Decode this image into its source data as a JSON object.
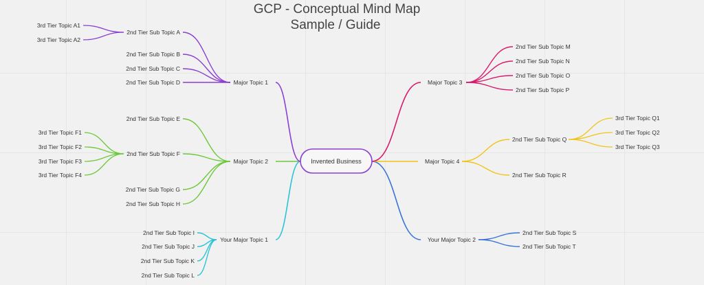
{
  "title_line1": "GCP - Conceptual Mind Map",
  "title_line2": "Sample / Guide",
  "center": {
    "label": "Invented Business",
    "color": "#8a3fd1"
  },
  "branches": [
    {
      "label": "Major Topic 1",
      "color": "#8a3fd1",
      "children": [
        {
          "label": "2nd Tier Sub Topic A",
          "children": [
            {
              "label": "3rd Tier Topic A1"
            },
            {
              "label": "3rd Tier Topic A2"
            }
          ]
        },
        {
          "label": "2nd Tier Sub Topic B"
        },
        {
          "label": "2nd Tier Sub Topic C"
        },
        {
          "label": "2nd Tier Sub Topic D"
        }
      ]
    },
    {
      "label": "Major Topic 2",
      "color": "#6cc83a",
      "children": [
        {
          "label": "2nd Tier Sub Topic E"
        },
        {
          "label": "2nd Tier Sub Topic F",
          "children": [
            {
              "label": "3rd Tier Topic F1"
            },
            {
              "label": "3rd Tier Topic F2"
            },
            {
              "label": "3rd Tier Topic F3"
            },
            {
              "label": "3rd Tier Topic F4"
            }
          ]
        },
        {
          "label": "2nd Tier Sub Topic G"
        },
        {
          "label": "2nd Tier Sub Topic H"
        }
      ]
    },
    {
      "label": "Your Major Topic 1",
      "color": "#2bc3d6",
      "children": [
        {
          "label": "2nd Tier Sub Topic I"
        },
        {
          "label": "2nd Tier Sub Topic J"
        },
        {
          "label": "2nd Tier Sub Topic K"
        },
        {
          "label": "2nd Tier Sub Topic L"
        }
      ]
    },
    {
      "label": "Major Topic 3",
      "color": "#d81b6a",
      "children": [
        {
          "label": "2nd Tier Sub Topic M"
        },
        {
          "label": "2nd Tier Sub Topic N"
        },
        {
          "label": "2nd Tier Sub Topic O"
        },
        {
          "label": "2nd Tier Sub Topic P"
        }
      ]
    },
    {
      "label": "Major Topic 4",
      "color": "#f0c419",
      "children": [
        {
          "label": "2nd Tier Sub Topic Q",
          "children": [
            {
              "label": "3rd Tier Topic Q1"
            },
            {
              "label": "3rd Tier Topic Q2"
            },
            {
              "label": "3rd Tier Topic Q3"
            }
          ]
        },
        {
          "label": "2nd Tier Sub Topic R"
        }
      ]
    },
    {
      "label": "Your Major Topic 2",
      "color": "#3b74d9",
      "children": [
        {
          "label": "2nd Tier Sub Topic S"
        },
        {
          "label": "2nd Tier Sub Topic T"
        }
      ]
    }
  ]
}
